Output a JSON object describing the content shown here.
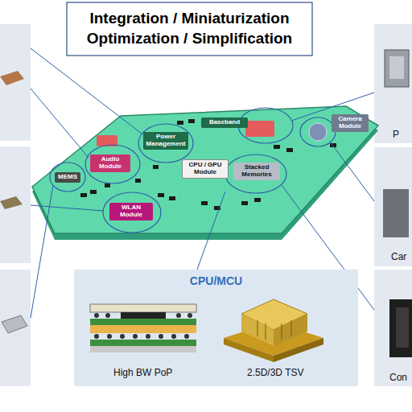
{
  "diagram": {
    "title": "Integration / Miniaturization Optimization / Simplification",
    "nodes": [
      {
        "text": [
          "Baseband"
        ]
      },
      {
        "text": [
          "Camera Module"
        ]
      },
      {
        "text": [
          "Power Management"
        ]
      },
      {
        "text": [
          "Audio Module"
        ]
      },
      {
        "text": [
          "CPU / GPU Module"
        ]
      },
      {
        "text": [
          "Stacked Memories"
        ]
      },
      {
        "text": [
          "MEMS"
        ]
      },
      {
        "text": [
          "WLAN Module"
        ]
      },
      {
        "text": [
          "CPU/MCU"
        ]
      }
    ],
    "labels": [
      "High BW PoP",
      "2.5D/3D TSV",
      "P",
      "Car",
      "Con"
    ]
  }
}
